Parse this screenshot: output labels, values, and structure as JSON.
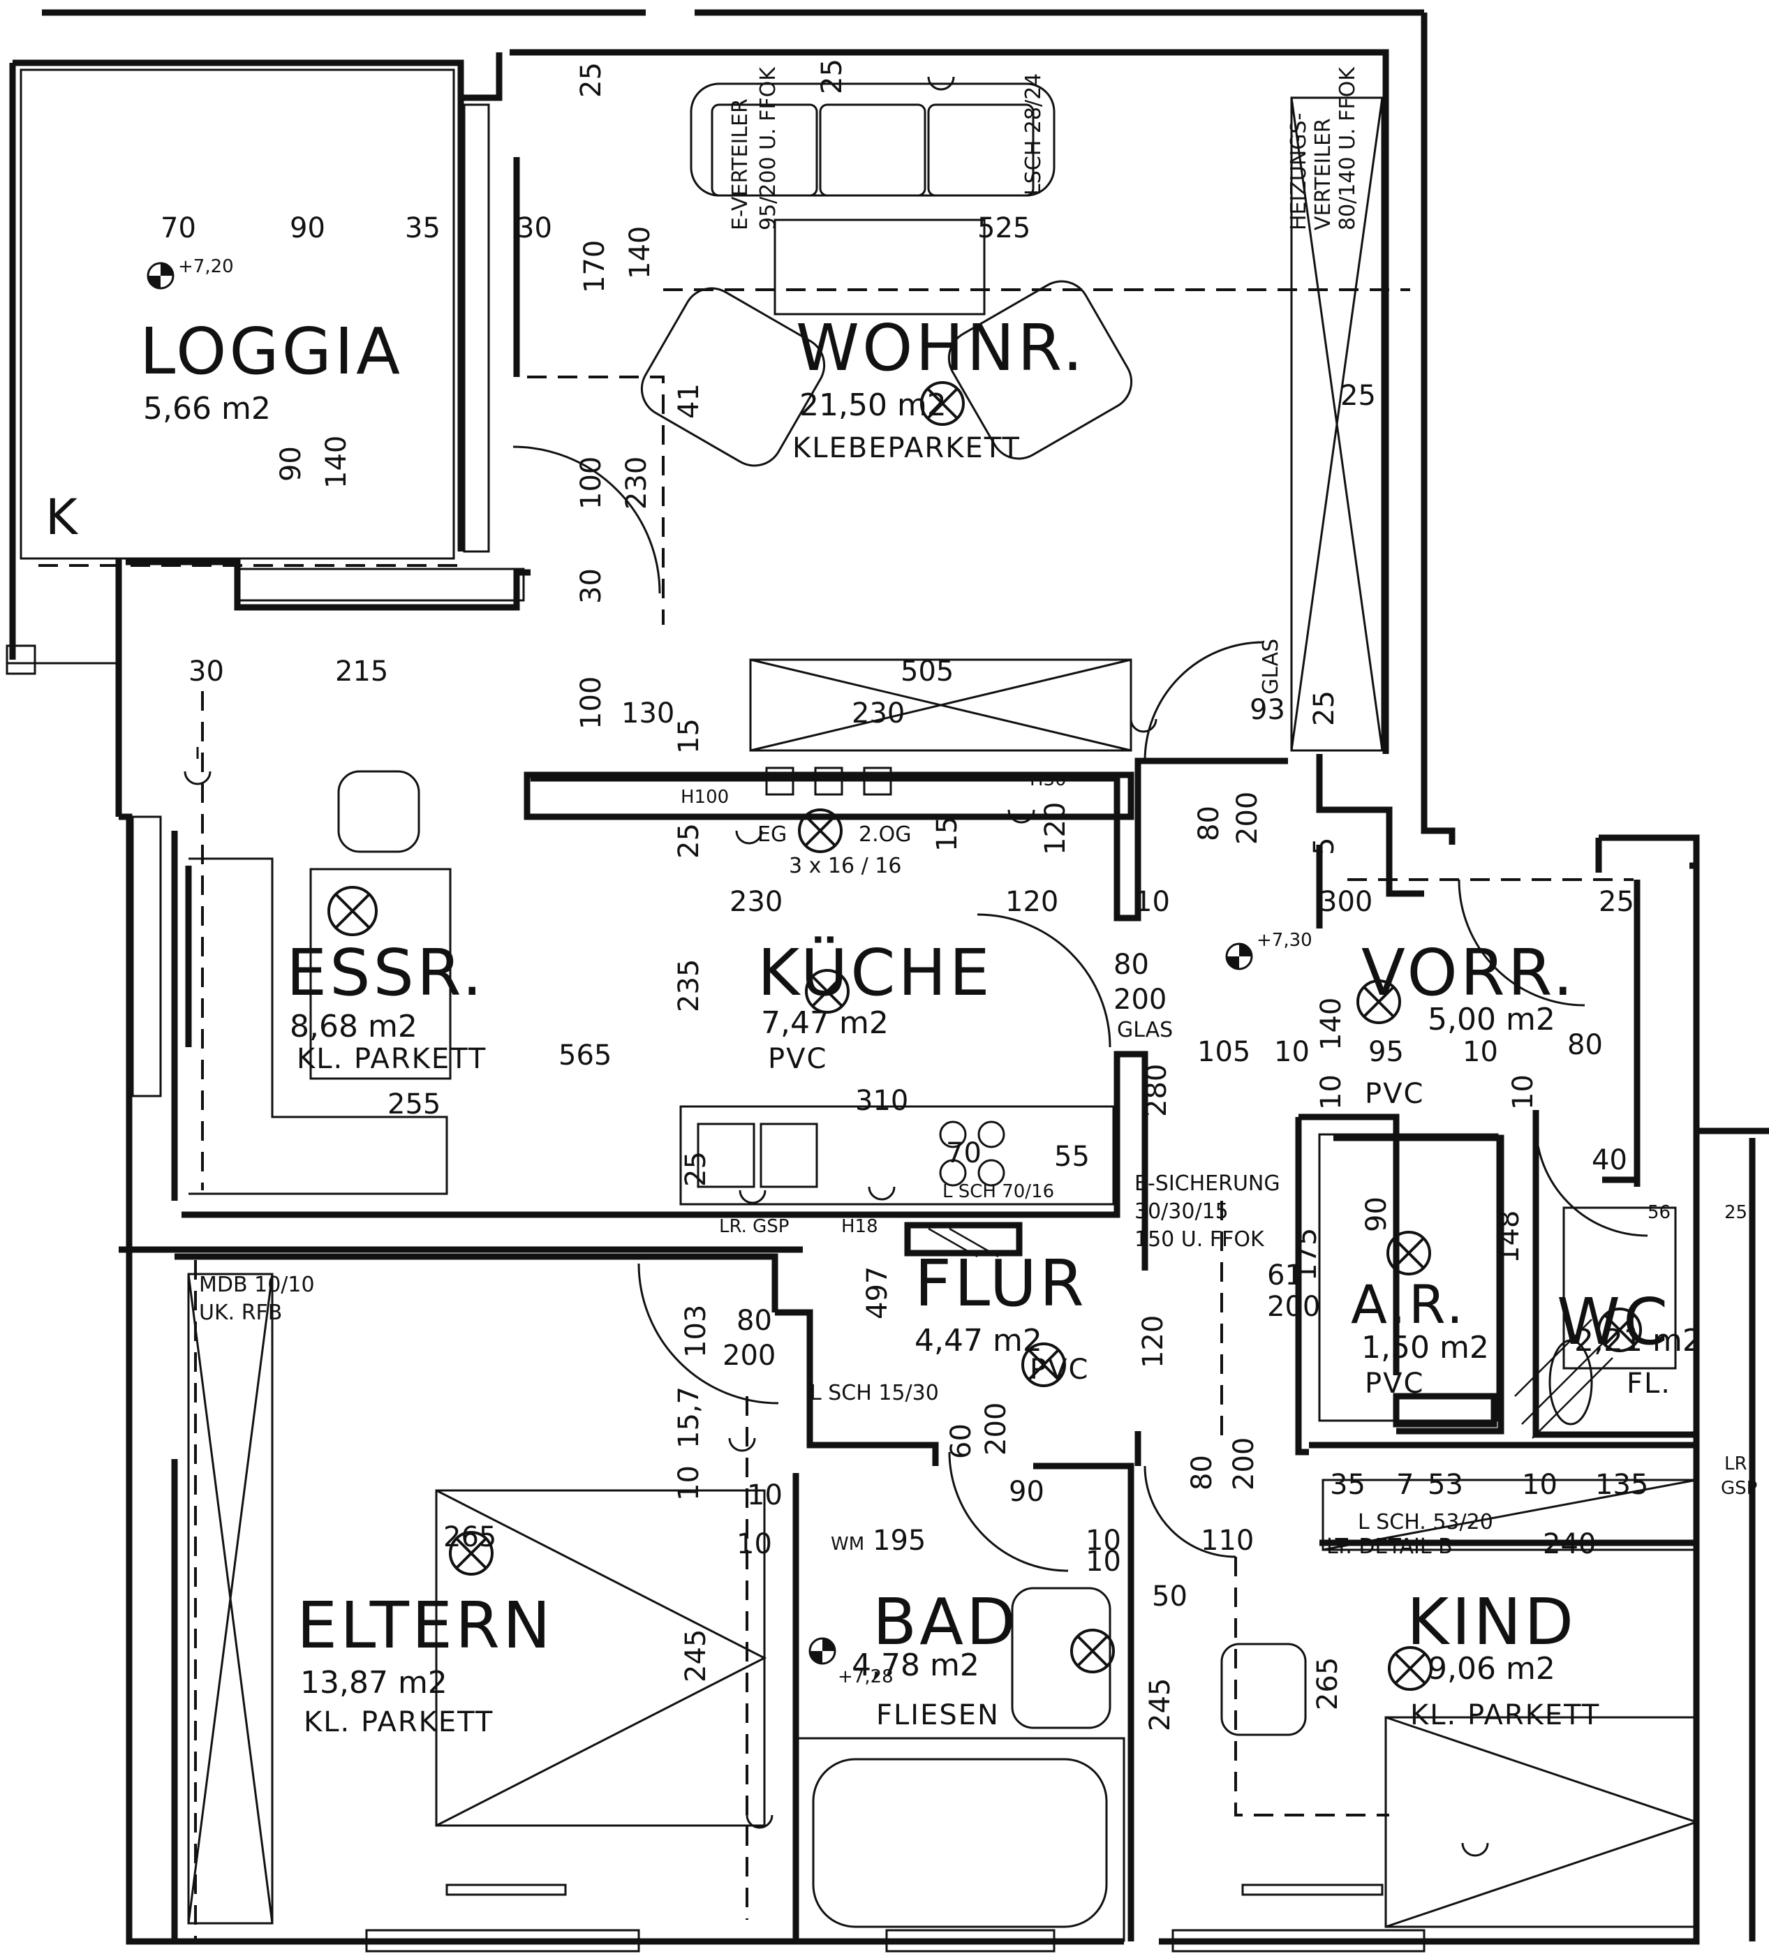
{
  "rooms": [
    {
      "name": "LOGGIA",
      "area": "5,66 m2",
      "floor": ""
    },
    {
      "name": "WOHNR.",
      "area": "21,50 m2",
      "floor": "KLEBEPARKETT"
    },
    {
      "name": "ESSR.",
      "area": "8,68 m2",
      "floor": "KL. PARKETT"
    },
    {
      "name": "KÜCHE",
      "area": "7,47 m2",
      "floor": "PVC"
    },
    {
      "name": "VORR.",
      "area": "5,00 m2",
      "floor": "PVC"
    },
    {
      "name": "FLUR",
      "area": "4,47 m2",
      "floor": "PVC"
    },
    {
      "name": "A.R.",
      "area": "1,50 m2",
      "floor": "PVC"
    },
    {
      "name": "WC",
      "area": "2,21 m2",
      "floor": "FL."
    },
    {
      "name": "ELTERN",
      "area": "13,87 m2",
      "floor": "KL. PARKETT"
    },
    {
      "name": "BAD",
      "area": "4,78 m2",
      "floor": "FLIESEN"
    },
    {
      "name": "KIND",
      "area": "9,06 m2",
      "floor": "KL. PARKETT"
    }
  ],
  "notes": {
    "e_verteiler": "E-VERTEILER",
    "e_verteiler_size": "95/200 U. FFOK",
    "heizungs": "HEIZUNGS-",
    "heizungs2": "VERTEILER",
    "heizungs_size": "80/140 U. FFOK",
    "lsch_wohn": "LSCH 28/24",
    "e_sicherung": "E-SICHERUNG",
    "e_sicherung_size": "30/30/15",
    "e_sicherung_height": "150 U. FFOK",
    "mdb": "MDB 10/10",
    "mdb2": "UK. RFB",
    "lsch_flur": "L SCH 15/30",
    "lsch_kind": "L SCH. 53/20",
    "lt_detail": "LT. DETAIL B",
    "lr_gsp": "LR. GSP",
    "lr": "LR",
    "gsp": "GSP",
    "glas": "GLAS",
    "herd_label": "3 x 16 / 16",
    "eg": "EG",
    "og": "2.OG",
    "h100": "H100",
    "h30": "H30",
    "h18": "H18",
    "wm": "WM",
    "lsch_kueche": "L SCH 70/16",
    "level_loggia": "+7,20",
    "level_vorr": "+7,30",
    "level_bad": "+7,28",
    "k": "K"
  },
  "dims": {
    "d70": "70",
    "d90": "90",
    "d35": "35",
    "d30a": "30",
    "d140a": "140",
    "d170": "170",
    "d90b": "90",
    "d140b": "140",
    "d25a": "25",
    "d25b": "25",
    "d525": "525",
    "d100": "100",
    "d230a": "230",
    "d30b": "30",
    "d25c": "25",
    "d41": "41",
    "d30c": "30",
    "d215": "215",
    "d505": "505",
    "d130": "130",
    "d100b": "100",
    "d15": "15",
    "d230b": "230",
    "d25d": "25",
    "d15b": "15",
    "d120a": "120",
    "d230c": "230",
    "d120b": "120",
    "d10a": "10",
    "d93": "93",
    "d25e": "25",
    "d80a": "80",
    "d200a": "200",
    "d5": "5",
    "d300": "300",
    "d25f": "25",
    "d235": "235",
    "d565": "565",
    "d255": "255",
    "d80b": "80",
    "d200b": "200",
    "d105": "105",
    "d10b": "10",
    "d140c": "140",
    "d95": "95",
    "d10c": "10",
    "d80c": "80",
    "d310": "310",
    "d280": "280",
    "d10d": "10",
    "d10e": "10",
    "d70b": "70",
    "d55": "55",
    "d25g": "25",
    "d40": "40",
    "d90c": "90",
    "d148": "148",
    "d175": "175",
    "d56": "56",
    "d25h": "25",
    "d497": "497",
    "d103": "103",
    "d80d": "80",
    "d200c": "200",
    "d61": "61",
    "d200d": "200",
    "d120c": "120",
    "d157": "15,7",
    "d10f": "10",
    "d10g": "10",
    "d10h": "10",
    "d60": "60",
    "d200e": "200",
    "d90d": "90",
    "d80e": "80",
    "d200f": "200",
    "d35b": "35",
    "d7": "7",
    "d53": "53",
    "d10i": "10",
    "d135": "135",
    "d195": "195",
    "d10j": "10",
    "d110": "110",
    "d240": "240",
    "d265a": "265",
    "d245a": "245",
    "d50": "50",
    "d245b": "245",
    "d265b": "265",
    "d10k": "10"
  }
}
